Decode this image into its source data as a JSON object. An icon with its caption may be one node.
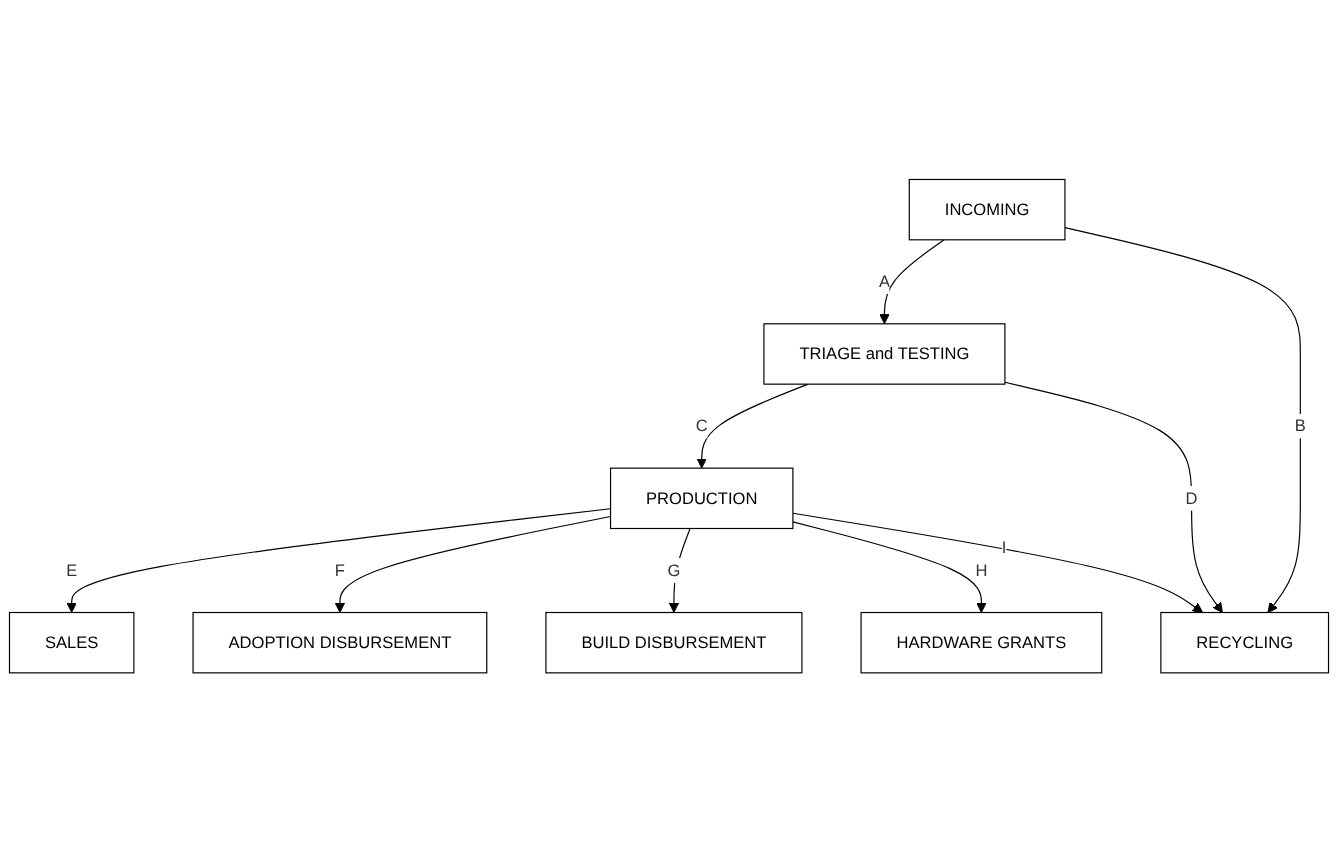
{
  "diagram": {
    "nodes": [
      {
        "text": [
          "INCOMING"
        ]
      },
      {
        "text": [
          "TRIAGE and TESTING"
        ]
      },
      {
        "text": [
          "PRODUCTION"
        ]
      },
      {
        "text": [
          "SALES"
        ]
      },
      {
        "text": [
          "ADOPTION DISBURSEMENT"
        ]
      },
      {
        "text": [
          "BUILD DISBURSEMENT"
        ]
      },
      {
        "text": [
          "HARDWARE GRANTS"
        ]
      },
      {
        "text": [
          "RECYCLING"
        ]
      }
    ],
    "edges": [
      {
        "from": 0,
        "to": 1,
        "arrow": "to",
        "label": "A"
      },
      {
        "from": 0,
        "to": 7,
        "arrow": "to",
        "label": "B"
      },
      {
        "from": 1,
        "to": 2,
        "arrow": "to",
        "label": "C"
      },
      {
        "from": 1,
        "to": 7,
        "arrow": "to",
        "label": "D"
      },
      {
        "from": 2,
        "to": 3,
        "arrow": "to",
        "label": "E"
      },
      {
        "from": 2,
        "to": 4,
        "arrow": "to",
        "label": "F"
      },
      {
        "from": 2,
        "to": 5,
        "arrow": "to",
        "label": "G"
      },
      {
        "from": 2,
        "to": 6,
        "arrow": "to",
        "label": "H"
      },
      {
        "from": 2,
        "to": 7,
        "arrow": "to",
        "label": "I"
      }
    ]
  }
}
